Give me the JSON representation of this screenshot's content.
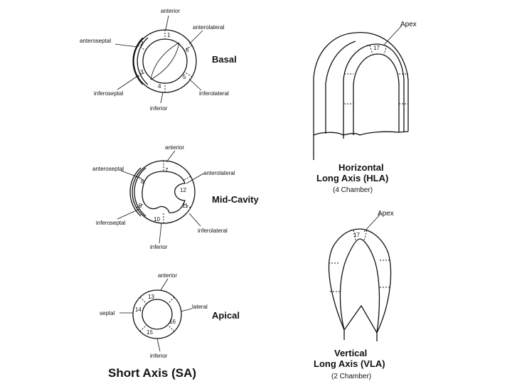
{
  "basal": {
    "title": "Basal",
    "labels": [
      "anterior",
      "anterolateral",
      "anteroseptal",
      "inferoseptal",
      "inferolateral",
      "inferior"
    ],
    "segments": [
      "1",
      "2",
      "3",
      "4",
      "5",
      "6"
    ]
  },
  "mid": {
    "title": "Mid-Cavity",
    "labels": [
      "anterior",
      "anteroseptal",
      "anterolateral",
      "inferoseptal",
      "inferolateral",
      "inferior"
    ],
    "segments": [
      "7",
      "8",
      "9",
      "10",
      "11",
      "12"
    ]
  },
  "apical": {
    "title": "Apical",
    "labels": [
      "anterior",
      "septal",
      "lateral",
      "inferior"
    ],
    "segments": [
      "13",
      "14",
      "15",
      "16"
    ]
  },
  "sa_title": "Short Axis (SA)",
  "hla": {
    "apex": "Apex",
    "segment": "17",
    "title_line1": "Horizontal",
    "title_line2": "Long Axis (HLA)",
    "subtitle": "(4 Chamber)"
  },
  "vla": {
    "apex": "Apex",
    "segment": "17",
    "title_line1": "Vertical",
    "title_line2": "Long Axis (VLA)",
    "subtitle": "(2 Chamber)"
  }
}
